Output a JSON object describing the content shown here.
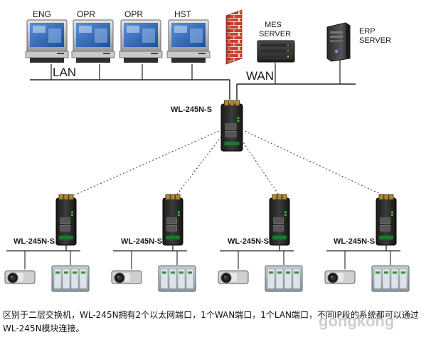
{
  "workstations": [
    {
      "label": "ENG",
      "icon": "computer-icon"
    },
    {
      "label": "OPR",
      "icon": "computer-icon"
    },
    {
      "label": "OPR",
      "icon": "computer-icon"
    },
    {
      "label": "HST",
      "icon": "computer-icon"
    }
  ],
  "lan_label": "LAN",
  "wan_label": "WAN",
  "mes_server": {
    "line1": "MES",
    "line2": "SERVER",
    "icon": "rack-server-icon"
  },
  "erp_server": {
    "line1": "ERP",
    "line2": "SERVER",
    "icon": "tower-server-icon"
  },
  "firewall_icon": "brick-firewall-icon",
  "central_router": {
    "label": "WL-245N-S",
    "icon": "din-rail-router-icon"
  },
  "remote_nodes": [
    {
      "label": "WL-245N-S"
    },
    {
      "label": "WL-245N-S"
    },
    {
      "label": "WL-245N-S"
    },
    {
      "label": "WL-245N-S"
    }
  ],
  "edge_devices": {
    "camera_icon": "ip-camera-icon",
    "plc_icon": "plc-module-icon"
  },
  "caption": "区别于二层交换机，WL-245N拥有2个以太网端口，1个WAN端口，1个LAN端口，不同IP段的系统都可以通过WL-245N模块连接。",
  "watermark": "gongkong",
  "colors": {
    "firewall": "#c0392b",
    "router": "#2b2b2b",
    "led": "#3bbf3b",
    "wire": "#222222"
  }
}
